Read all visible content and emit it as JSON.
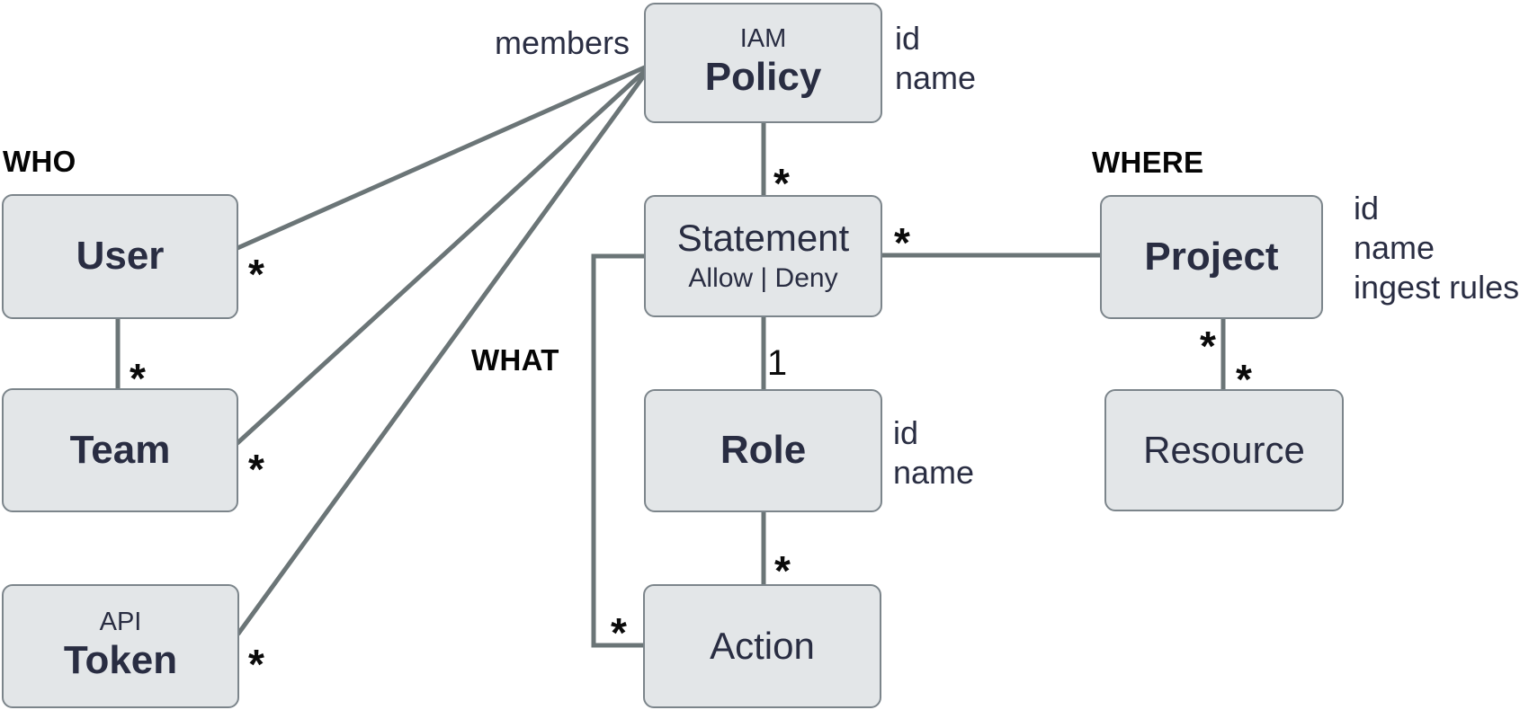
{
  "sections": {
    "who": "WHO",
    "what": "WHAT",
    "where": "WHERE"
  },
  "entities": {
    "policy": {
      "pretitle": "IAM",
      "title": "Policy",
      "attributes": [
        "id",
        "name"
      ]
    },
    "statement": {
      "title": "Statement",
      "subtitle": "Allow | Deny"
    },
    "role": {
      "title": "Role",
      "attributes": [
        "id",
        "name"
      ]
    },
    "action": {
      "title": "Action"
    },
    "project": {
      "title": "Project",
      "attributes": [
        "id",
        "name",
        "ingest rules"
      ]
    },
    "resource": {
      "title": "Resource"
    },
    "user": {
      "title": "User"
    },
    "team": {
      "title": "Team"
    },
    "token": {
      "pretitle": "API",
      "title": "Token"
    }
  },
  "relationships": {
    "members_label": "members",
    "policy_statement": "*",
    "statement_project": "*",
    "statement_role": "1",
    "role_action": "*",
    "statement_action": "*",
    "project_resource_upper": "*",
    "project_resource_lower": "*",
    "user_policy": "*",
    "team_policy": "*",
    "token_policy": "*",
    "user_team": "*"
  },
  "colors": {
    "background": "#ffffff",
    "box_fill": "#e3e6e8",
    "box_border": "#7c858b",
    "edge": "#6b7577",
    "entity_text": "#292d42",
    "label_text": "#2a2e43",
    "section_text": "#050505",
    "marker_text": "#0b0b0b"
  }
}
